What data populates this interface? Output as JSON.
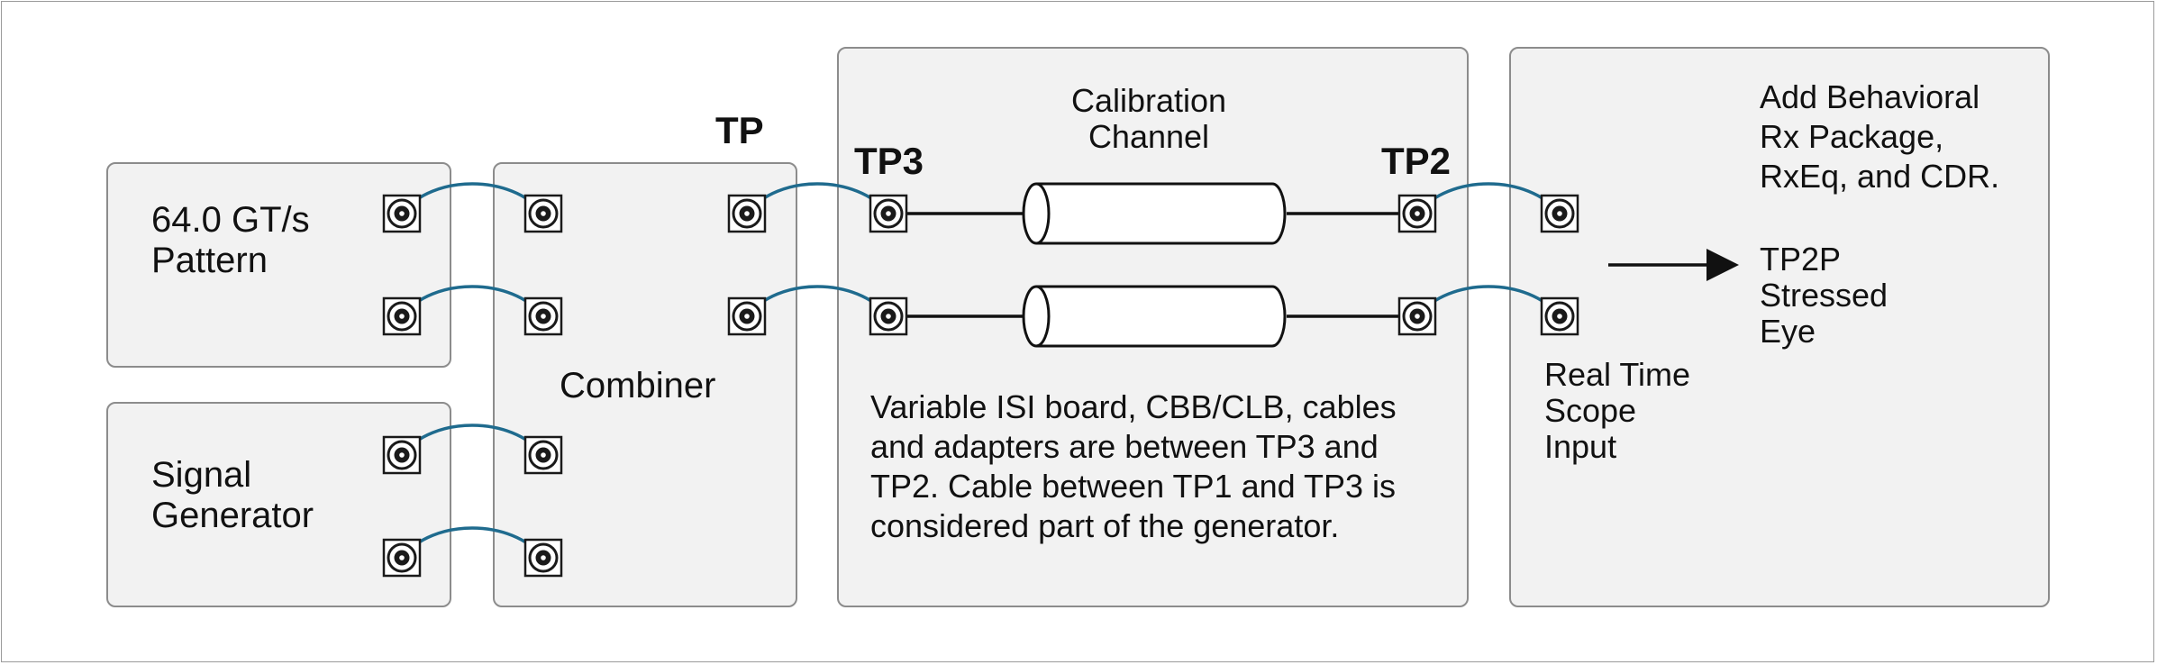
{
  "diagram": {
    "blocks": {
      "pattern": {
        "label": "64.0 GT/s\nPattern"
      },
      "signal_generator": {
        "label": "Signal\nGenerator"
      },
      "combiner": {
        "label": "Combiner"
      },
      "calibration_channel": {
        "title": "Calibration\nChannel",
        "note": "Variable ISI board, CBB/CLB, cables\nand adapters are between TP3 and\nTP2. Cable between TP1 and TP3 is\nconsidered part of the generator."
      },
      "scope": {
        "input_label": "Real Time\nScope\nInput",
        "behavior_text": "Add Behavioral\nRx Package,\nRxEq, and CDR.",
        "output_label": "TP2P\nStressed\nEye"
      }
    },
    "test_points": {
      "tp": "TP",
      "tp3": "TP3",
      "tp2": "TP2"
    },
    "colors": {
      "box_fill": "#f2f2f2",
      "box_border": "#8c8c8c",
      "cable": "#1f6b8e",
      "connector": "#1a1a1a"
    },
    "icons": [
      "sma-connector-icon",
      "coax-cable-icon",
      "arrow-right-icon"
    ]
  }
}
